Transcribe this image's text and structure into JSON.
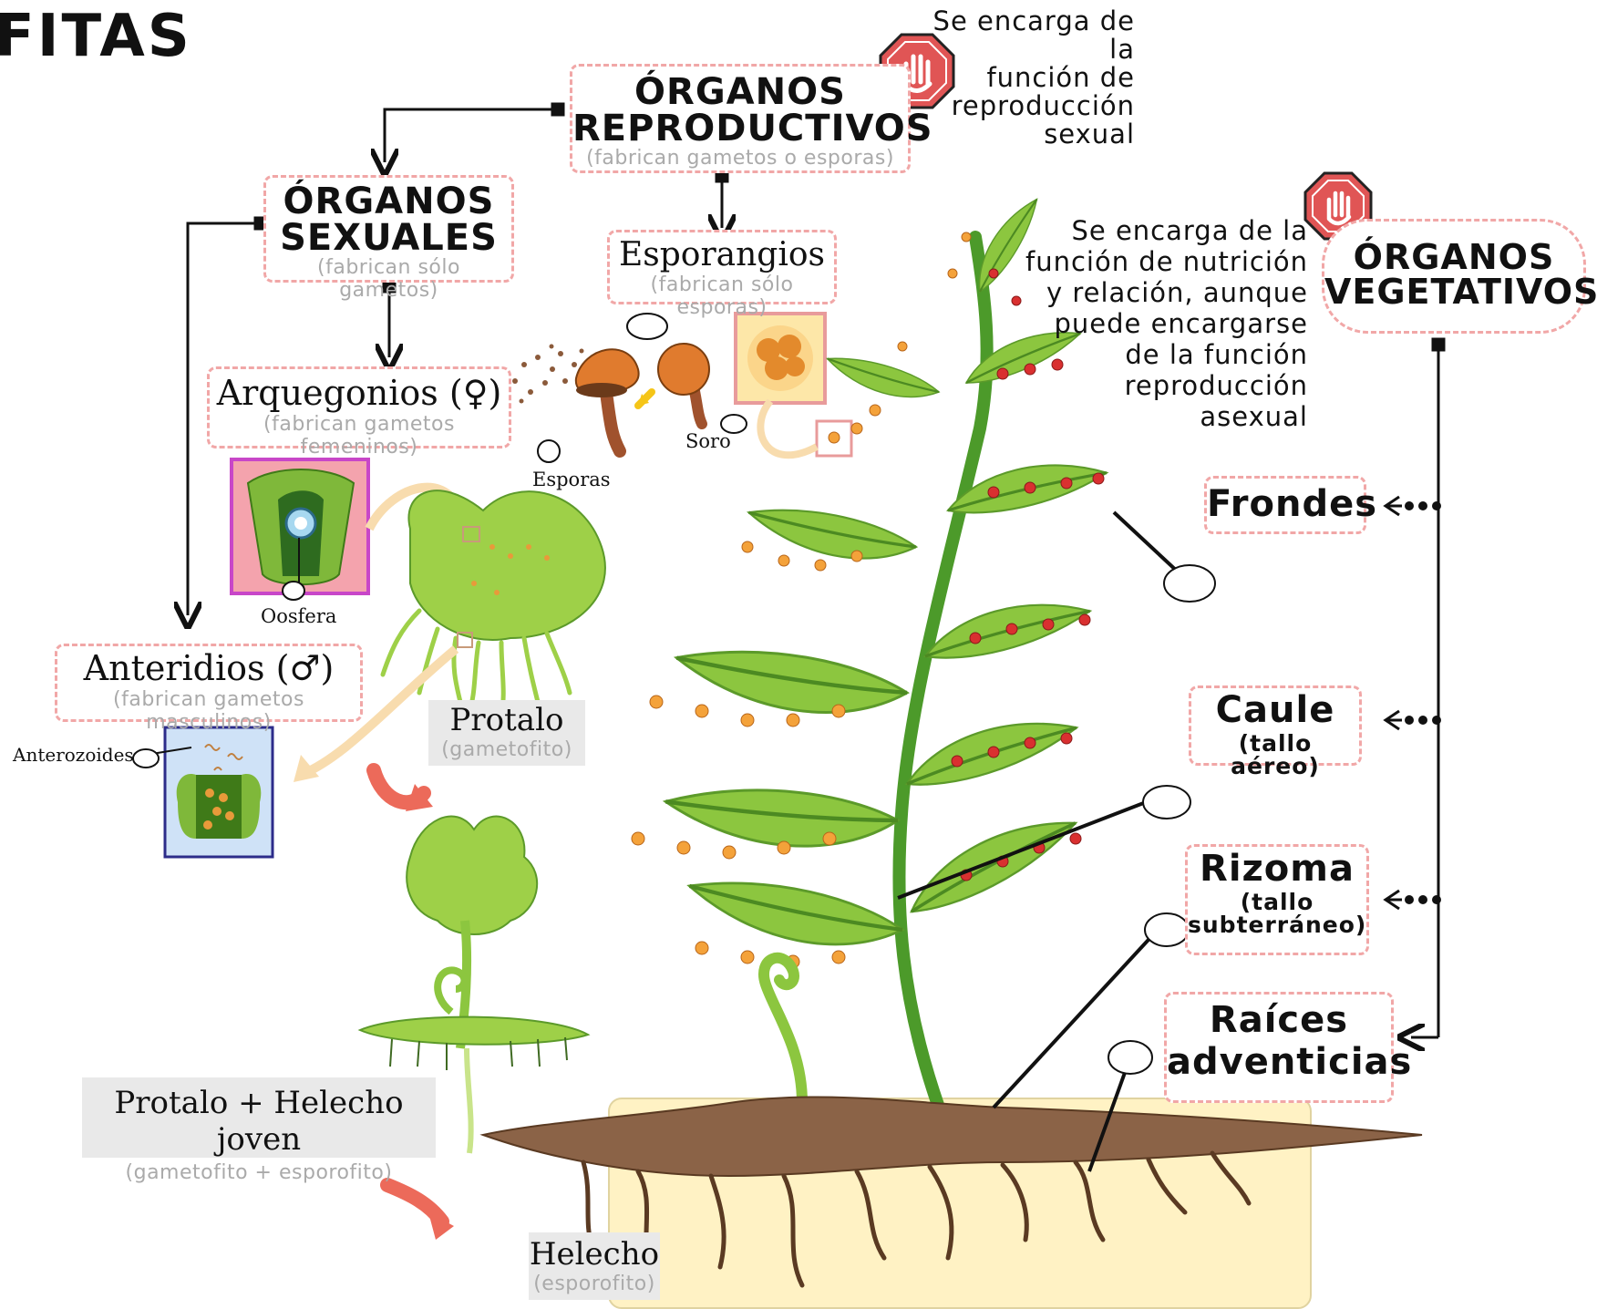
{
  "title": "FITAS",
  "reproductive": {
    "heading_line1": "ÓRGANOS",
    "heading_line2": "REPRODUCTIVOS",
    "subtitle": "(fabrican gametos o esporas)",
    "note": [
      "Se encarga de la",
      "función de",
      "reproducción",
      "sexual"
    ]
  },
  "sexual": {
    "heading_line1": "ÓRGANOS",
    "heading_line2": "SEXUALES",
    "subtitle": "(fabrican sólo gametos)"
  },
  "sporangia": {
    "label": "Esporangios",
    "subtitle": "(fabrican sólo esporas)"
  },
  "archegonia": {
    "label": "Arquegonios (♀)",
    "subtitle": "(fabrican gametos femeninos)"
  },
  "antheridia": {
    "label": "Anteridios (♂)",
    "subtitle": "(fabrican gametos masculinos)"
  },
  "vegetative": {
    "heading_line1": "ÓRGANOS",
    "heading_line2": "VEGETATIVOS",
    "note": [
      "Se encarga de la",
      "función de nutrición",
      "y relación, aunque",
      "puede encargarse",
      "de la función",
      "reproducción",
      "asexual"
    ],
    "items": {
      "fronds": "Frondes",
      "stem": "Caule",
      "stem_sub": "(tallo aéreo)",
      "rhizome": "Rizoma",
      "rhizome_sub1": "(tallo",
      "rhizome_sub2": "subterráneo)",
      "roots1": "Raíces",
      "roots2": "adventicias"
    }
  },
  "labels": {
    "spores": "Esporas",
    "sorus": "Soro",
    "oosphere": "Oosfera",
    "antherozoids": "Anterozoides",
    "prothallus": "Protalo",
    "prothallus_sub": "(gametofito)",
    "young": "Protalo + Helecho joven",
    "young_sub": "(gametofito + esporofito)",
    "fern": "Helecho",
    "fern_sub": "(esporofito)"
  },
  "colors": {
    "dashed_border": "#f1a7a7",
    "stop_icon": "#e05555",
    "leaf": "#8cc63f",
    "dark_leaf": "#4c9a2a",
    "soil": "#fff2c4",
    "rhizome": "#8b6347",
    "arrow_red": "#ec6a5a",
    "sorus_orange": "#f4a23a",
    "sorus_red": "#d93030"
  }
}
